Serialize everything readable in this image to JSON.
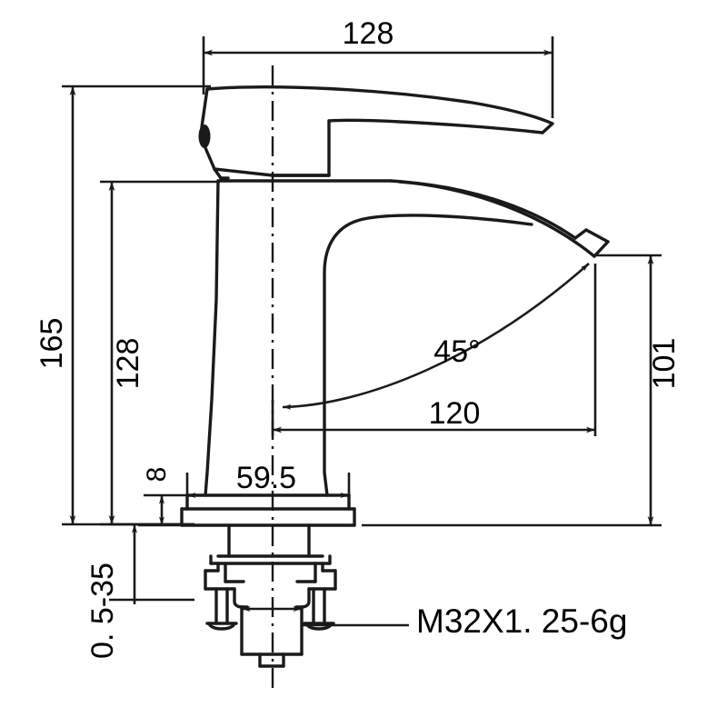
{
  "drawing": {
    "type": "engineering-dimension-drawing",
    "subject": "single-lever basin faucet side elevation",
    "units": "mm",
    "line_color": "#1a1a1a",
    "background_color": "#ffffff"
  },
  "dimensions": {
    "handle_width_top": "128",
    "overall_height": "165",
    "body_height": "128",
    "spout_height": "101",
    "spout_reach": "120",
    "base_diameter": "59.5",
    "base_plate_thickness": "8",
    "spout_angle": "45°",
    "mounting_range": "0. 5-35",
    "thread_spec": "M32X1. 25-6g"
  },
  "labels": {
    "top_width": "128",
    "left_outer": "165",
    "left_inner": "128",
    "plate_thickness": "8",
    "base_width": "59.5",
    "angle": "45°",
    "reach": "120",
    "right_height": "101",
    "clamp_range": "0. 5-35",
    "thread": "M32X1. 25-6g"
  }
}
